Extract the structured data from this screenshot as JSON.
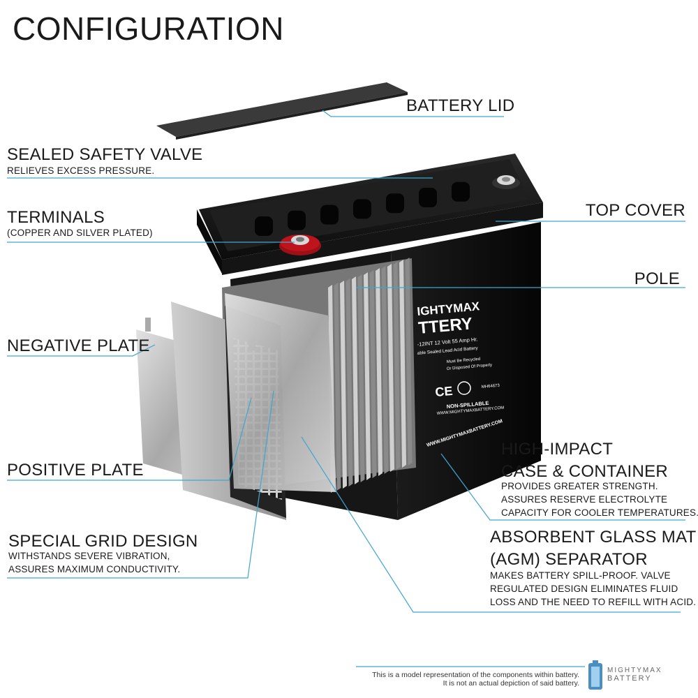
{
  "title": "CONFIGURATION",
  "labels": {
    "battery_lid": "BATTERY LID",
    "safety_valve": {
      "heading": "SEALED SAFETY VALVE",
      "desc": "RELIEVES EXCESS PRESSURE."
    },
    "terminals": {
      "heading": "TERMINALS",
      "desc": "(COPPER AND SILVER PLATED)"
    },
    "top_cover": "TOP COVER",
    "pole": "POLE",
    "negative_plate": "NEGATIVE PLATE",
    "positive_plate": "POSITIVE PLATE",
    "case": {
      "heading_1": "HIGH-IMPACT",
      "heading_2": "CASE & CONTAINER",
      "desc": [
        "PROVIDES GREATER STRENGTH.",
        "ASSURES RESERVE ELECTROLYTE",
        "CAPACITY FOR COOLER TEMPERATURES."
      ]
    },
    "grid": {
      "heading": "SPECIAL GRID DESIGN",
      "desc": [
        "WITHSTANDS SEVERE VIBRATION,",
        "ASSURES MAXIMUM CONDUCTIVITY."
      ]
    },
    "agm": {
      "heading_1": "ABSORBENT GLASS MAT",
      "heading_2": "(AGM) SEPARATOR",
      "desc": [
        "MAKES BATTERY SPILL-PROOF. VALVE",
        "REGULATED DESIGN ELIMINATES FLUID",
        "LOSS AND THE NEED TO REFILL WITH ACID."
      ]
    }
  },
  "battery_print": {
    "brand_1": "IGHTYMAX",
    "brand_2": "TTERY",
    "model": "-12INT  12 Volt 55 Amp Hr.",
    "type": "able Sealed Lead Acid Battery",
    "recycle_1": "Must Be Recycled",
    "recycle_2": "Or Disposed Of Properly",
    "cert": "MH64673",
    "non_spillable": "NON-SPILLABLE",
    "website_1": "WWW.MIGHTYMAXBATTERY.COM",
    "website_2": "WWW.MIGHTYMAXBATTERY.COM"
  },
  "footer": {
    "line_1": "This is a model representation of the components within battery.",
    "line_2": "It is not an actual depiction of said battery."
  },
  "logo": {
    "top": "MIGHTYMAX",
    "bottom": "BATTERY"
  },
  "colors": {
    "leader_line": "#3ea6cf",
    "case_black": "#111111",
    "plate_silver": "#b8b8b8",
    "terminal_red": "#c0141c"
  }
}
